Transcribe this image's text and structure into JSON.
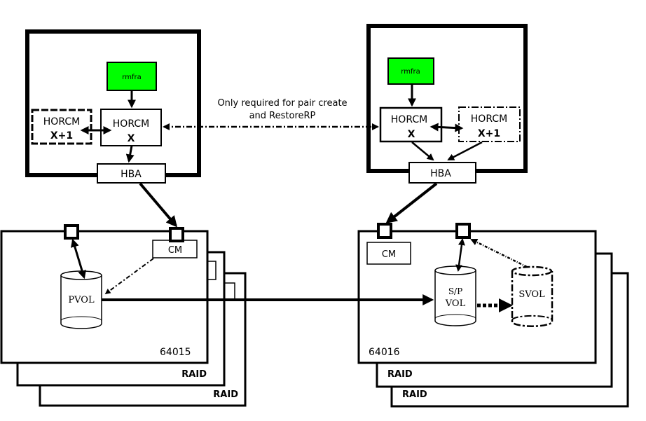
{
  "colors": {
    "rmfra_fill": "#00ff00",
    "stroke": "#000000",
    "background": "#ffffff"
  },
  "annotation": {
    "line1": "Only required for pair create",
    "line2": "and RestoreRP"
  },
  "left_host": {
    "rmfra_label": "rmfra",
    "horcm_x": {
      "title": "HORCM",
      "sub": "X"
    },
    "horcm_x1": {
      "title": "HORCM",
      "sub": "X+1"
    },
    "hba_label": "HBA"
  },
  "right_host": {
    "rmfra_label": "rmfra",
    "horcm_x": {
      "title": "HORCM",
      "sub": "X"
    },
    "horcm_x1": {
      "title": "HORCM",
      "sub": "X+1"
    },
    "hba_label": "HBA"
  },
  "left_array": {
    "cm_label": "CM",
    "volume_label": "PVOL",
    "serial": "64015",
    "raid_labels": [
      "RAID",
      "RAID"
    ]
  },
  "right_array": {
    "cm_label": "CM",
    "spvol_line1": "S/P",
    "spvol_line2": "VOL",
    "svol_label": "SVOL",
    "serial": "64016",
    "raid_labels": [
      "RAID",
      "RAID"
    ]
  }
}
